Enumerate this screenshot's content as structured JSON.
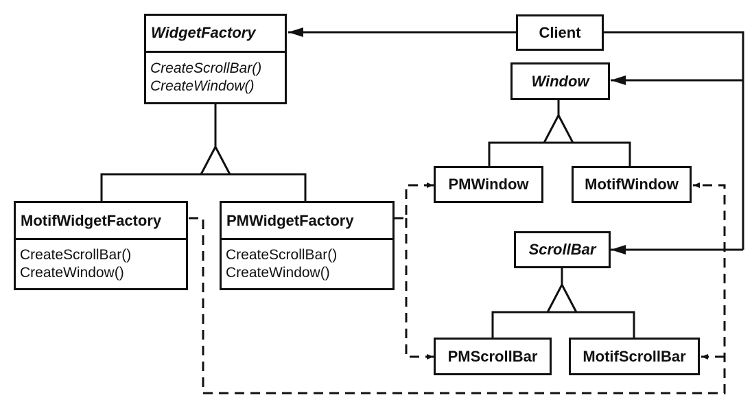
{
  "classes": {
    "widget_factory": {
      "name": "WidgetFactory",
      "operations": [
        "CreateScrollBar()",
        "CreateWindow()"
      ]
    },
    "motif_widget_factory": {
      "name": "MotifWidgetFactory",
      "operations": [
        "CreateScrollBar()",
        "CreateWindow()"
      ]
    },
    "pm_widget_factory": {
      "name": "PMWidgetFactory",
      "operations": [
        "CreateScrollBar()",
        "CreateWindow()"
      ]
    },
    "client": {
      "name": "Client"
    },
    "window": {
      "name": "Window"
    },
    "pm_window": {
      "name": "PMWindow"
    },
    "motif_window": {
      "name": "MotifWindow"
    },
    "scroll_bar": {
      "name": "ScrollBar"
    },
    "pm_scroll_bar": {
      "name": "PMScrollBar"
    },
    "motif_scroll_bar": {
      "name": "MotifScrollBar"
    }
  },
  "colors": {
    "line": "#111111",
    "background": "#ffffff"
  }
}
